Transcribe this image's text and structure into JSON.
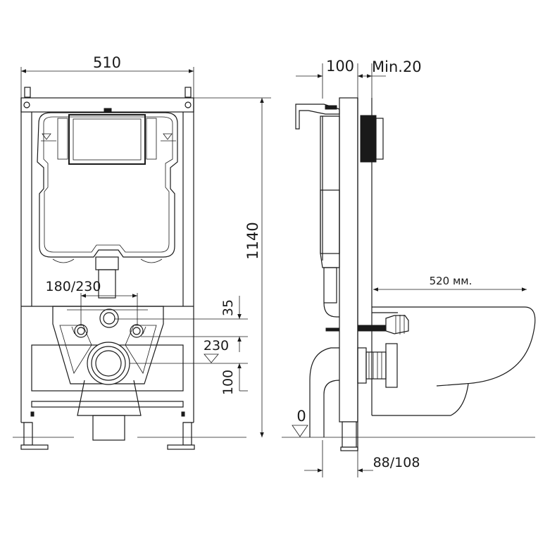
{
  "dimensions": {
    "frame_width": "510",
    "offset_top": "100",
    "min_gap": "Min.20",
    "frame_height": "1140",
    "inlet_spacing": "180/230",
    "height_35": "35",
    "outlet_height": "230",
    "height_100": "100",
    "bowl_projection": "520 мм.",
    "floor_level": "0",
    "frame_depth": "88/108"
  }
}
